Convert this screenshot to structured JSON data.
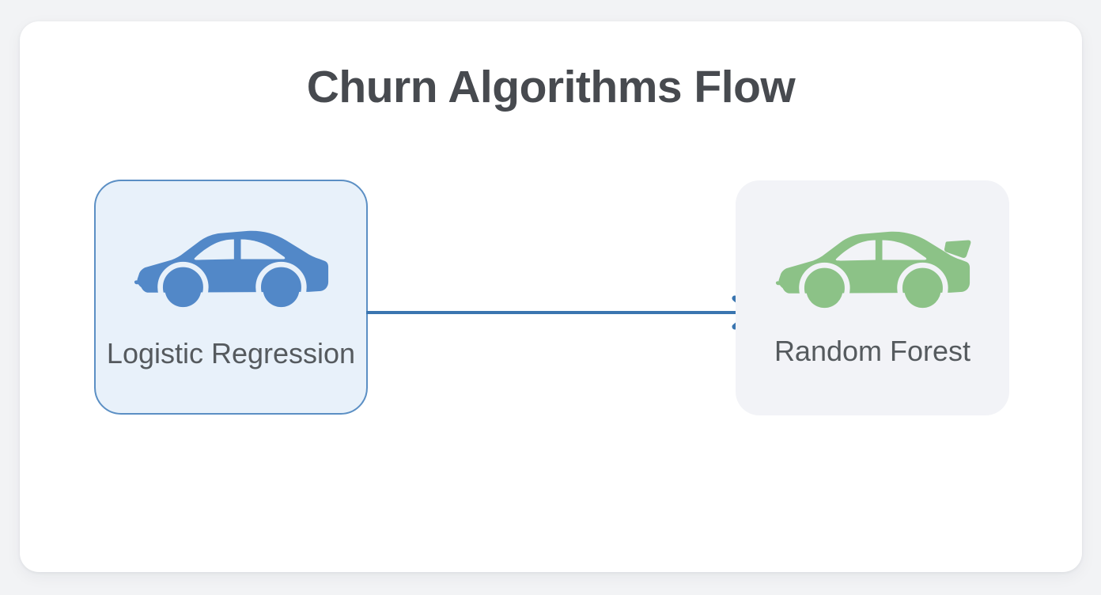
{
  "page": {
    "background_color": "#f2f3f5",
    "card_background": "#ffffff"
  },
  "diagram": {
    "title": "Churn Algorithms Flow",
    "title_color": "#474a4f",
    "type": "flow",
    "nodes": [
      {
        "id": "logistic-regression",
        "label": "Logistic Regression",
        "icon": "car-icon",
        "icon_color": "#5288c8",
        "fill_color": "#e8f1fa",
        "border_color": "#5b8fc4",
        "text_color": "#555a5e"
      },
      {
        "id": "random-forest",
        "label": "Random Forest",
        "icon": "car-icon",
        "icon_color": "#8cc287",
        "fill_color": "#f2f3f7",
        "border_color": "none",
        "text_color": "#555a5e"
      }
    ],
    "edges": [
      {
        "id": "edge-lr-to-rf",
        "from": "logistic-regression",
        "to": "random-forest",
        "label": "",
        "color": "#3a75b0",
        "arrowhead": "chevron"
      }
    ]
  }
}
